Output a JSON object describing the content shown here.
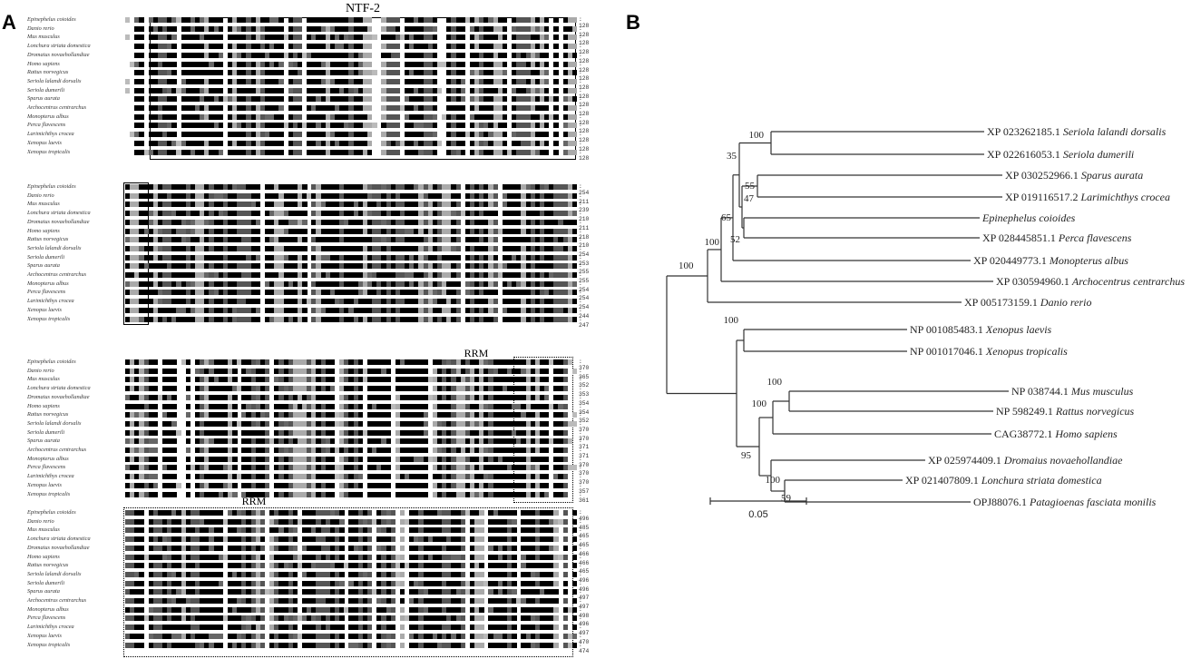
{
  "panels": {
    "a": "A",
    "b": "B"
  },
  "alignment": {
    "species": [
      "Epinephelus coioides",
      "Danio rerio",
      "Mus musculus",
      "Lonchura striata domestica",
      "Dromaius novaehollandiae",
      "Homo sapiens",
      "Rattus norvegicus",
      "Seriola lalandi dorsalis",
      "Seriola dumerili",
      "Sparus aurata",
      "Archocentrus centrarchus",
      "Monopterus albus",
      "Perca flavescens",
      "Larimichthys crocea",
      "Xenopus laevis",
      "Xenopus tropicalis"
    ],
    "blocks": [
      {
        "title": "NTF-2",
        "ends": [
          "128",
          "128",
          "128",
          "128",
          "128",
          "128",
          "128",
          "128",
          "128",
          "128",
          "128",
          "128",
          "128",
          "128",
          "128",
          "128"
        ]
      },
      {
        "title": "",
        "ends": [
          "254",
          "211",
          "239",
          "210",
          "211",
          "218",
          "210",
          "254",
          "253",
          "255",
          "255",
          "254",
          "254",
          "254",
          "244",
          "247"
        ]
      },
      {
        "title": "RRM",
        "ends": [
          "370",
          "365",
          "352",
          "353",
          "354",
          "354",
          "352",
          "370",
          "370",
          "371",
          "371",
          "370",
          "370",
          "370",
          "357",
          "361"
        ]
      },
      {
        "title": "RRM",
        "ends": [
          "496",
          "485",
          "465",
          "465",
          "466",
          "466",
          "465",
          "496",
          "496",
          "497",
          "497",
          "498",
          "496",
          "497",
          "470",
          "474"
        ]
      }
    ]
  },
  "tree": {
    "leaves": [
      {
        "acc": "XP 023262185.1",
        "name": "Seriola lalandi dorsalis"
      },
      {
        "acc": "XP 022616053.1",
        "name": "Seriola dumerili"
      },
      {
        "acc": "XP 030252966.1",
        "name": "Sparus aurata"
      },
      {
        "acc": "XP 019116517.2",
        "name": "Larimichthys crocea"
      },
      {
        "acc": "",
        "name": "Epinephelus coioides"
      },
      {
        "acc": "XP 028445851.1",
        "name": "Perca flavescens"
      },
      {
        "acc": "XP 020449773.1",
        "name": "Monopterus albus"
      },
      {
        "acc": "XP 030594960.1",
        "name": "Archocentrus centrarchus"
      },
      {
        "acc": "XP 005173159.1",
        "name": "Danio rerio"
      },
      {
        "acc": "NP 001085483.1",
        "name": "Xenopus laevis"
      },
      {
        "acc": "NP 001017046.1",
        "name": "Xenopus tropicalis"
      },
      {
        "acc": "NP 038744.1",
        "name": "Mus musculus"
      },
      {
        "acc": "NP 598249.1",
        "name": "Rattus norvegicus"
      },
      {
        "acc": "CAG38772.1",
        "name": "Homo sapiens"
      },
      {
        "acc": "XP 025974409.1",
        "name": "Dromaius novaehollandiae"
      },
      {
        "acc": "XP 021407809.1",
        "name": "Lonchura striata domestica"
      },
      {
        "acc": "OPJ88076.1",
        "name": "Patagioenas fasciata monilis"
      }
    ],
    "bootstrap": {
      "seriola": "100",
      "perciform_core": "35",
      "sparus_larimichthys": "55",
      "sparus_plus": "47",
      "epi_perca": "52",
      "teleost_main": "65",
      "teleost_all": "100",
      "root": "100",
      "xenopus": "100",
      "mus_rattus": "100",
      "mammals": "100",
      "amniotes": "95",
      "birds_sub": "100",
      "birds": "59"
    },
    "scale_label": "0.05",
    "scale_value": 0.05
  }
}
